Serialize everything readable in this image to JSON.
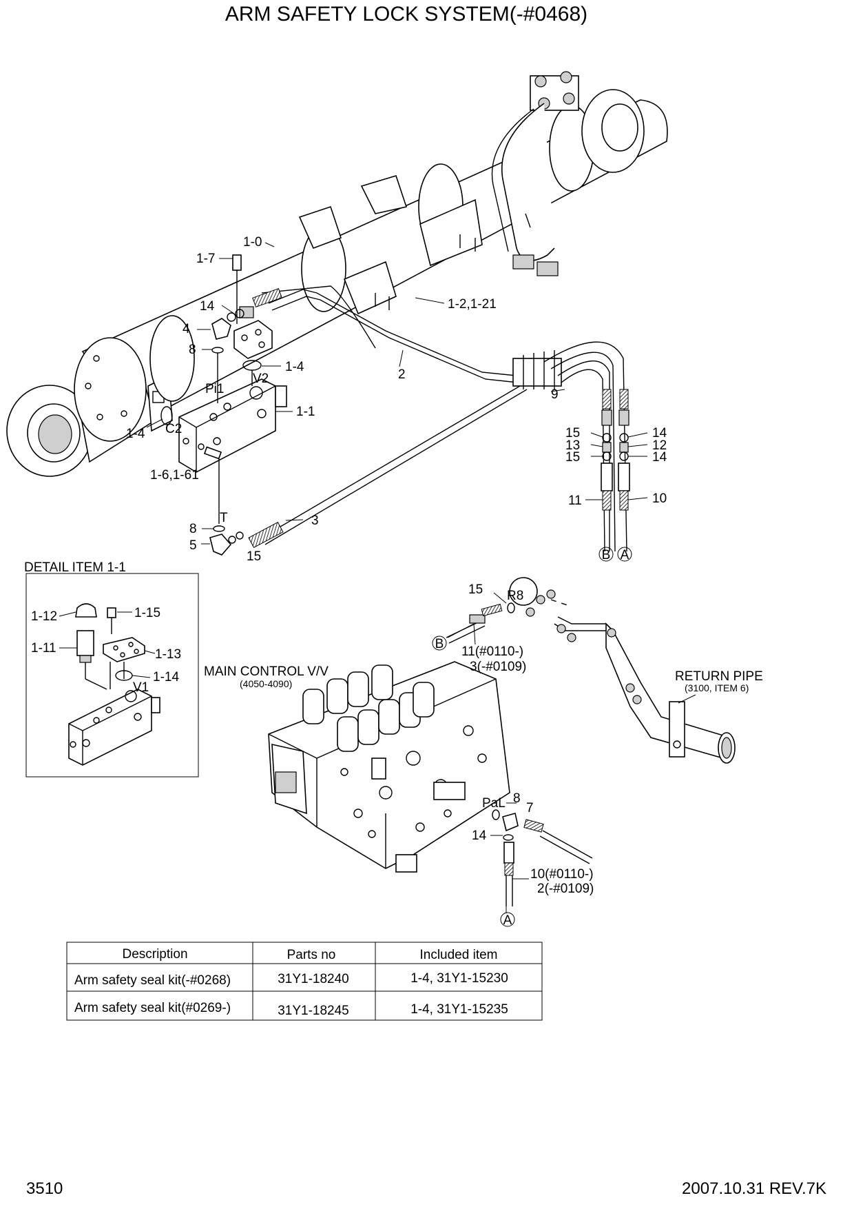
{
  "title": "ARM SAFETY LOCK SYSTEM(-#0468)",
  "footer": {
    "page": "3510",
    "revision": "2007.10.31 REV.7K"
  },
  "detail_title": "DETAIL ITEM 1-1",
  "main_valve": {
    "label": "MAIN CONTROL V/V",
    "sub": "(4050-4090)"
  },
  "return_pipe": {
    "label": "RETURN PIPE",
    "sub": "(3100, ITEM 6)"
  },
  "callouts": {
    "c1_0": "1-0",
    "c1_7": "1-7",
    "c1_2_21": "1-2,1-21",
    "c14a": "14",
    "c4": "4",
    "c8a": "8",
    "c2": "2",
    "c1_4a": "1-4",
    "cPi1": "Pi1",
    "cV2": "V2",
    "c1_1": "1-1",
    "c1_4b": "1-4",
    "cC2": "C2",
    "c1_6_61": "1-6,1-61",
    "c9": "9",
    "cT": "T",
    "c8b": "8",
    "c5": "5",
    "c15a": "15",
    "c3": "3",
    "c15b": "15",
    "c13": "13",
    "c15c": "15",
    "c14b": "14",
    "c12": "12",
    "c14c": "14",
    "c11": "11",
    "c10": "10",
    "cB1": "B",
    "cA1": "A",
    "c15d": "15",
    "cR8": "R8",
    "cB2": "B",
    "c11_0110": "11(#0110-)",
    "c3_0109": "3(-#0109)",
    "cPaL": "PaL",
    "c8c": "8",
    "c7": "7",
    "c14d": "14",
    "c10_0110": "10(#0110-)",
    "c2_0109": "2(-#0109)",
    "cA2": "A",
    "d1_12": "1-12",
    "d1_15": "1-15",
    "d1_11": "1-11",
    "d1_13": "1-13",
    "d1_14": "1-14",
    "dV1": "V1"
  },
  "table": {
    "headers": [
      "Description",
      "Parts no",
      "Included item"
    ],
    "rows": [
      [
        "Arm safety seal kit(-#0268)",
        "31Y1-18240",
        "1-4, 31Y1-15230"
      ],
      [
        "Arm safety seal kit(#0269-)",
        "31Y1-18245",
        "1-4, 31Y1-15235"
      ]
    ]
  }
}
